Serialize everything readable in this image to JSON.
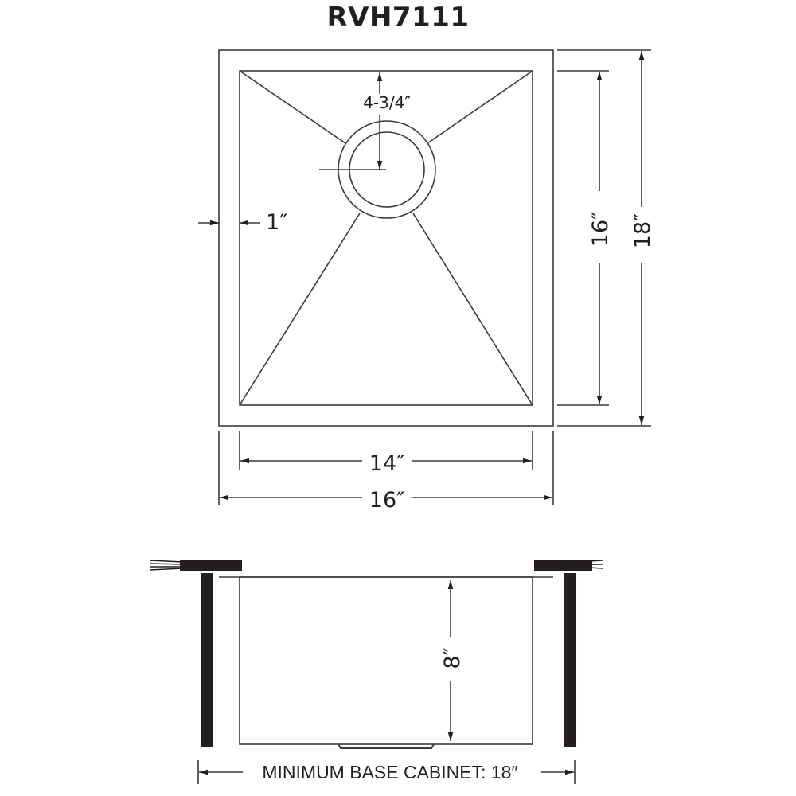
{
  "title": "RVH7111",
  "top_view": {
    "drain_offset_label": "4-3/4″",
    "rim_width_label": "1″",
    "inner_width_label": "14″",
    "outer_width_label": "16″",
    "inner_length_label": "16″",
    "outer_length_label": "18″"
  },
  "side_view": {
    "depth_label": "8″",
    "min_cabinet_label": "MINIMUM BASE CABINET: 18″"
  },
  "colors": {
    "line": "#3a3a3a",
    "fill_dark": "#231f20",
    "background": "#ffffff"
  }
}
